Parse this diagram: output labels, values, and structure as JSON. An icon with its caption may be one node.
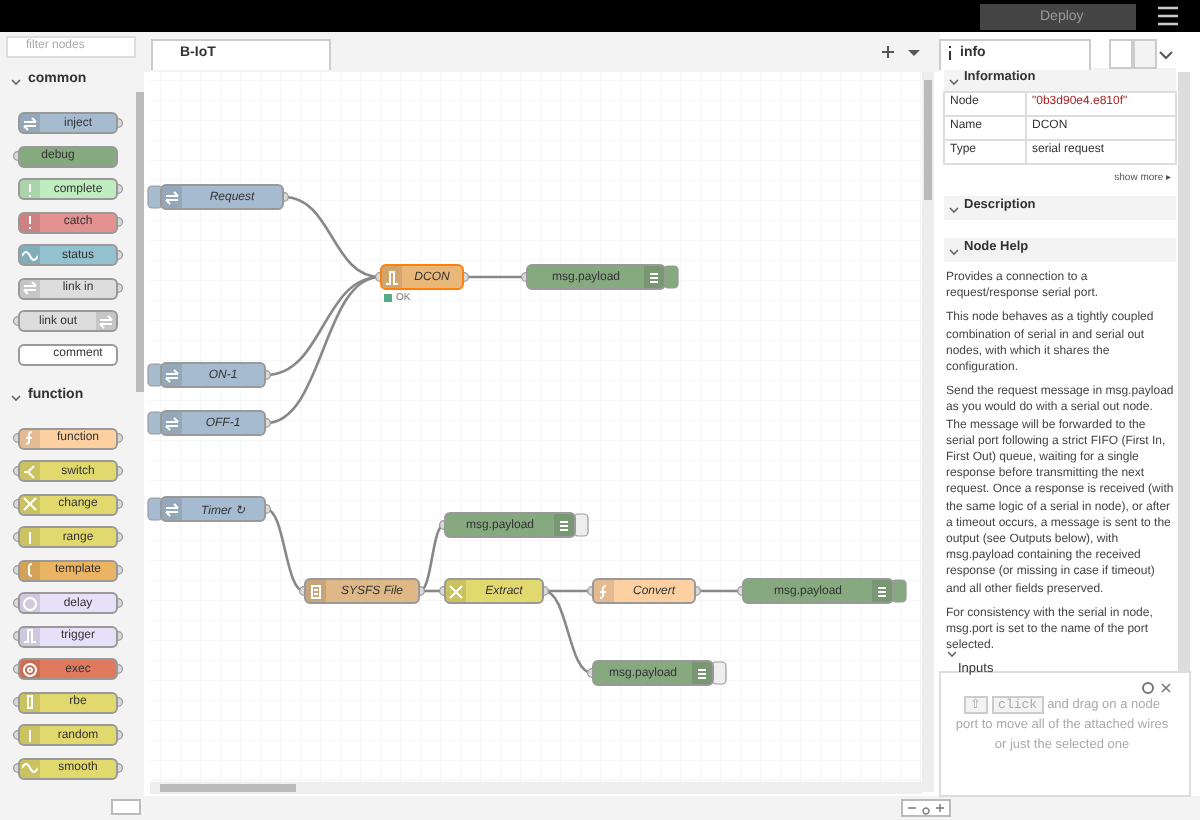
{
  "diagram": {
    "nodes": [
      {
        "text": [
          "inject"
        ]
      },
      {
        "text": [
          "debug"
        ]
      },
      {
        "text": [
          "complete"
        ]
      },
      {
        "text": [
          "catch"
        ]
      },
      {
        "text": [
          "status"
        ]
      },
      {
        "text": [
          "link in"
        ]
      },
      {
        "text": [
          "link out"
        ]
      },
      {
        "text": [
          "comment"
        ]
      },
      {
        "text": [
          "function"
        ]
      },
      {
        "text": [
          "switch"
        ]
      },
      {
        "text": [
          "change"
        ]
      },
      {
        "text": [
          "range"
        ]
      },
      {
        "text": [
          "template"
        ]
      },
      {
        "text": [
          "delay"
        ]
      },
      {
        "text": [
          "trigger"
        ]
      },
      {
        "text": [
          "exec"
        ]
      },
      {
        "text": [
          "rbe"
        ]
      },
      {
        "text": [
          "random"
        ]
      },
      {
        "text": [
          "smooth"
        ]
      },
      {
        "text": [
          "Request"
        ]
      },
      {
        "text": [
          "DCON"
        ],
        "beside": [
          "OK"
        ]
      },
      {
        "text": [
          "msg.payload"
        ]
      },
      {
        "text": [
          "ON-1"
        ]
      },
      {
        "text": [
          "OFF-1"
        ]
      },
      {
        "text": [
          "Timer ↻"
        ]
      },
      {
        "text": [
          "msg.payload"
        ]
      },
      {
        "text": [
          "SYSFS File"
        ]
      },
      {
        "text": [
          "Extract"
        ]
      },
      {
        "text": [
          "Convert"
        ]
      },
      {
        "text": [
          "msg.payload"
        ]
      },
      {
        "text": [
          "msg.payload"
        ]
      }
    ],
    "edges": [
      {
        "from": 19,
        "to": 20,
        "arrow": "none"
      },
      {
        "from": 22,
        "to": 20,
        "arrow": "none"
      },
      {
        "from": 23,
        "to": 20,
        "arrow": "none"
      },
      {
        "from": 20,
        "to": 21,
        "arrow": "none"
      },
      {
        "from": 24,
        "to": 26,
        "arrow": "none"
      },
      {
        "from": 26,
        "to": 25,
        "arrow": "none"
      },
      {
        "from": 26,
        "to": 27,
        "arrow": "none"
      },
      {
        "from": 27,
        "to": 28,
        "arrow": "none"
      },
      {
        "from": 27,
        "to": 30,
        "arrow": "none"
      },
      {
        "from": 28,
        "to": 29,
        "arrow": "none"
      }
    ],
    "labels": [
      "filter nodes",
      "common",
      "function",
      "B-IoT",
      "Deploy",
      "info",
      "Information",
      "Node",
      "\"0b3d90e4.e810f\"",
      "Name",
      "DCON",
      "Type",
      "serial request",
      "show more ▸",
      "Description",
      "Node Help",
      "Provides a connection to a request/response serial port.",
      "This node behaves as a tightly coupled combination of serial in and serial out nodes, with which it shares the configuration.",
      "Send the request message in msg.payload as you would do with a serial out node. The message will be forwarded to the serial port following a strict FIFO (First In, First Out) queue, waiting for a single response before transmitting the next request. Once a response is received (with the same logic of a serial in node), or after a timeout occurs, a message is sent to the output (see Outputs below), with msg.payload containing the received response (or missing in case if timeout) and all other fields preserved.",
      "For consistency with the serial in node, msg.port is set to the name of the port selected.",
      "Inputs",
      "⇧",
      "click",
      "and drag on a node port to move all of the attached wires or just the selected one"
    ]
  }
}
